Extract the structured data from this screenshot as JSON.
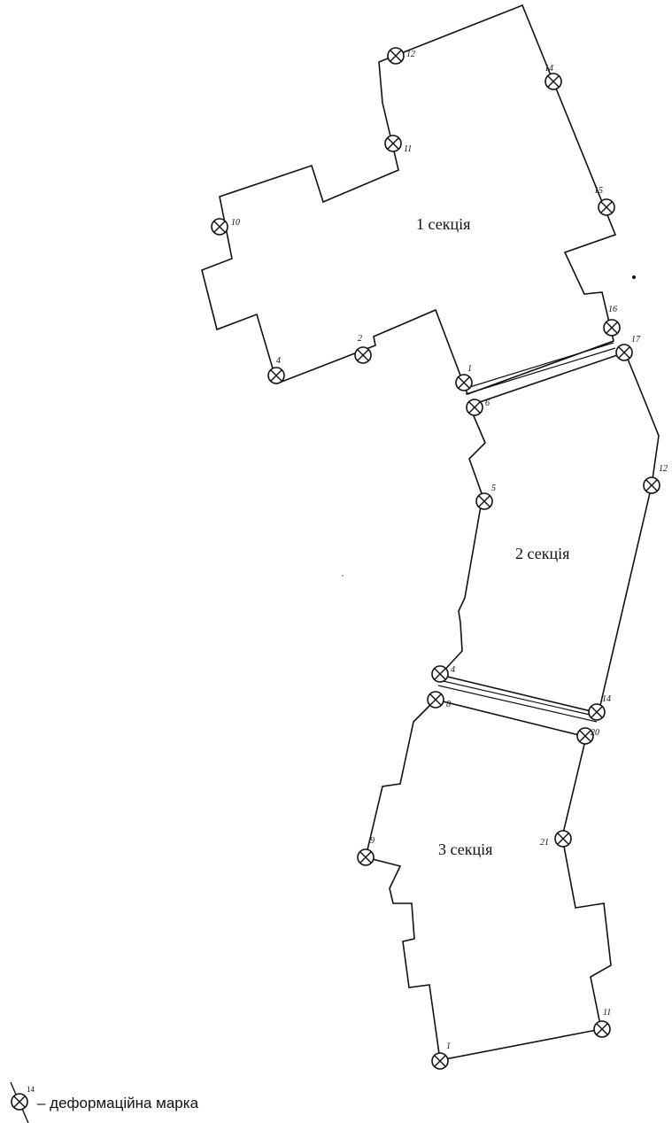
{
  "sections": [
    {
      "label": "1 секція"
    },
    {
      "label": "2 секція"
    },
    {
      "label": "3 секція"
    }
  ],
  "marks": [
    {
      "num": "12"
    },
    {
      "num": "14"
    },
    {
      "num": "11"
    },
    {
      "num": "15"
    },
    {
      "num": "10"
    },
    {
      "num": "16"
    },
    {
      "num": "17"
    },
    {
      "num": "2"
    },
    {
      "num": "4"
    },
    {
      "num": "1"
    },
    {
      "num": "6"
    },
    {
      "num": "5"
    },
    {
      "num": "12"
    },
    {
      "num": "4"
    },
    {
      "num": "8"
    },
    {
      "num": "14"
    },
    {
      "num": "20"
    },
    {
      "num": "9"
    },
    {
      "num": "21"
    },
    {
      "num": "11"
    },
    {
      "num": "1"
    }
  ],
  "legend": {
    "num": "14",
    "text": "– деформаційна марка"
  }
}
